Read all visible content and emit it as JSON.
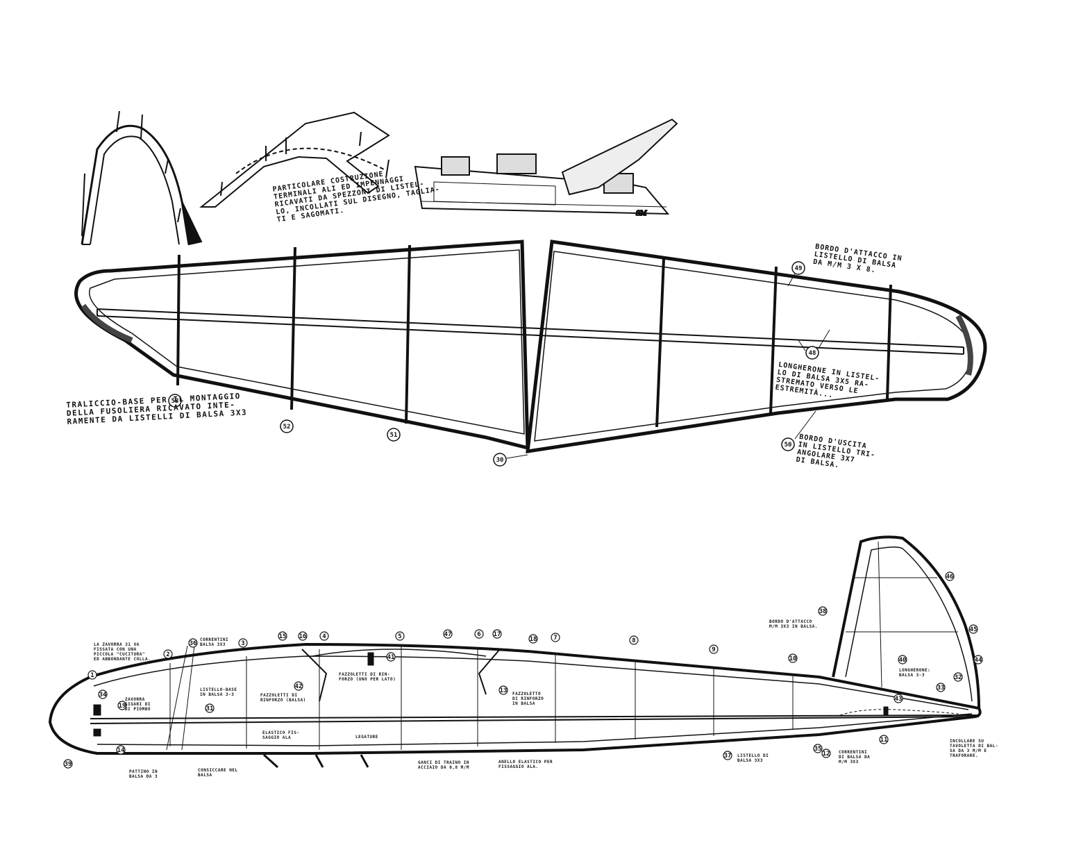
{
  "detail_construction": {
    "lines": [
      "PARTICOLARE COSTRUZIONE",
      "TERMINALI ALI ED IMPENNAGGI",
      "RICAVATI DA SPEZZONI DI LISTEL-",
      "LO, INCOLLATI SUL DISEGNO, TAGLIA-",
      "TI E SAGOMATI."
    ]
  },
  "signature": "SM",
  "wing": {
    "leading_edge_note": [
      "BORDO D'ATTACCO IN",
      "LISTELLO DI BALSA",
      "DA M/M 3 X 8."
    ],
    "spar_note": [
      "LONGHERONE IN LISTEL-",
      "LO DI BALSA 3X5 RA-",
      "STREMATO VERSO LE",
      "ESTREMITÀ..."
    ],
    "trailing_edge_note": [
      "BORDO D'USCITA",
      "IN LISTELLO TRI-",
      "ANGOLARE 3X7",
      "DI BALSA."
    ],
    "jig_note": [
      "TRALICCIO-BASE PER IL MONTAGGIO",
      "DELLA FUSOLIERA RICAVATO INTE-",
      "RAMENTE DA LISTELLI DI BALSA 3X3"
    ],
    "callouts": [
      "49",
      "48",
      "50",
      "53",
      "52",
      "51",
      "30"
    ]
  },
  "fuselage": {
    "ballast_note": [
      "LA ZAVORRA 31 VA",
      "FISSATA CON UNA",
      "PICCOLA \"CUCITURA\"",
      "ED ABBONDANTE COLLA."
    ],
    "correntini_top": [
      "CORRENTINI",
      "BALSA 3X3"
    ],
    "zavorra": [
      "ZAVORRA",
      "SIGARI DI",
      "DI PIOMBO"
    ],
    "listello_base": [
      "LISTELLO-BASE",
      "IN BALSA 3-3"
    ],
    "fazzoletti_balsa": [
      "FAZZOLETTI DI",
      "RINFORZO (BALSA)"
    ],
    "fazzoletti_rinforzo": [
      "FAZZOLETTI DI RIN-",
      "FORZO (UNO PER LATO)"
    ],
    "fazzoletto_right": [
      "FAZZOLETTO",
      "DI RINFORZO",
      "IN BALSA"
    ],
    "elastico": [
      "ELASTICO FIS-",
      "SAGGIO ALA"
    ],
    "legature": "LEGATURE",
    "pattino": [
      "PATTINO IN",
      "BALSA DA 3"
    ],
    "consiccare": [
      "CONSICCARE NEL",
      "BALSA"
    ],
    "ganci": [
      "GANCI DI TRAINO IN",
      "ACCIAIO DA 0,8 M/M"
    ],
    "anello": [
      "ANELLO ELASTICO PER",
      "FISSAGGIO ALA."
    ],
    "listello_bottom": [
      "LISTELLO DI",
      "BALSA 3x3"
    ],
    "correntini_bottom": [
      "CORRENTINI",
      "DI BALSA DA",
      "M/M 3X3"
    ],
    "bordo_attacco_fin": [
      "BORDO D'ATTACCO",
      "M/M 3X3 IN BALSA."
    ],
    "longherone_fin": [
      "LONGHERONE:",
      "BALSA 3-3"
    ],
    "incollare": [
      "INCOLLARE SU",
      "TAVOLETTA DI BAL-",
      "SA DA 3 M/M E",
      "TRAFORARE."
    ],
    "callouts": [
      "1",
      "2",
      "36",
      "3",
      "15",
      "16",
      "4",
      "5",
      "47",
      "6",
      "17",
      "18",
      "7",
      "8",
      "9",
      "10",
      "11",
      "12",
      "13",
      "14",
      "19",
      "31",
      "37",
      "39",
      "42",
      "43",
      "44",
      "45",
      "46",
      "38",
      "40",
      "41",
      "34",
      "35",
      "32",
      "33"
    ]
  }
}
